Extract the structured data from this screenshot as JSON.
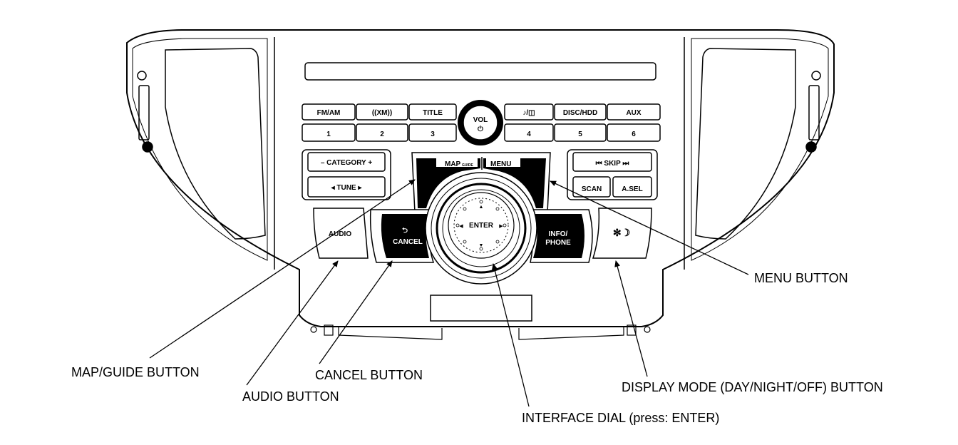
{
  "buttons": {
    "fm_am": "FM/AM",
    "xm": "((XM))",
    "title": "TITLE",
    "vol": "VOL",
    "power_symbol": "⏻",
    "music_search": "♪/◫",
    "disc_hdd": "DISC/HDD",
    "aux": "AUX",
    "preset_1": "1",
    "preset_2": "2",
    "preset_3": "3",
    "preset_4": "4",
    "preset_5": "5",
    "preset_6": "6",
    "category": "– CATEGORY +",
    "tune": "◂   TUNE   ▸",
    "skip": "⏮   SKIP   ⏭",
    "scan": "SCAN",
    "a_sel": "A.SEL",
    "map": "MAP",
    "guide": "GUIDE",
    "menu": "MENU",
    "audio": "AUDIO",
    "cancel": "CANCEL",
    "enter": "ENTER",
    "info": "INFO/",
    "phone": "PHONE",
    "display_mode_symbol": "✻☽"
  },
  "callouts": {
    "menu_button": "MENU BUTTON",
    "map_guide_button": "MAP/GUIDE BUTTON",
    "cancel_button": "CANCEL BUTTON",
    "audio_button": "AUDIO BUTTON",
    "display_mode_button": "DISPLAY MODE (DAY/NIGHT/OFF) BUTTON",
    "interface_dial": "INTERFACE DIAL (press: ENTER)"
  }
}
